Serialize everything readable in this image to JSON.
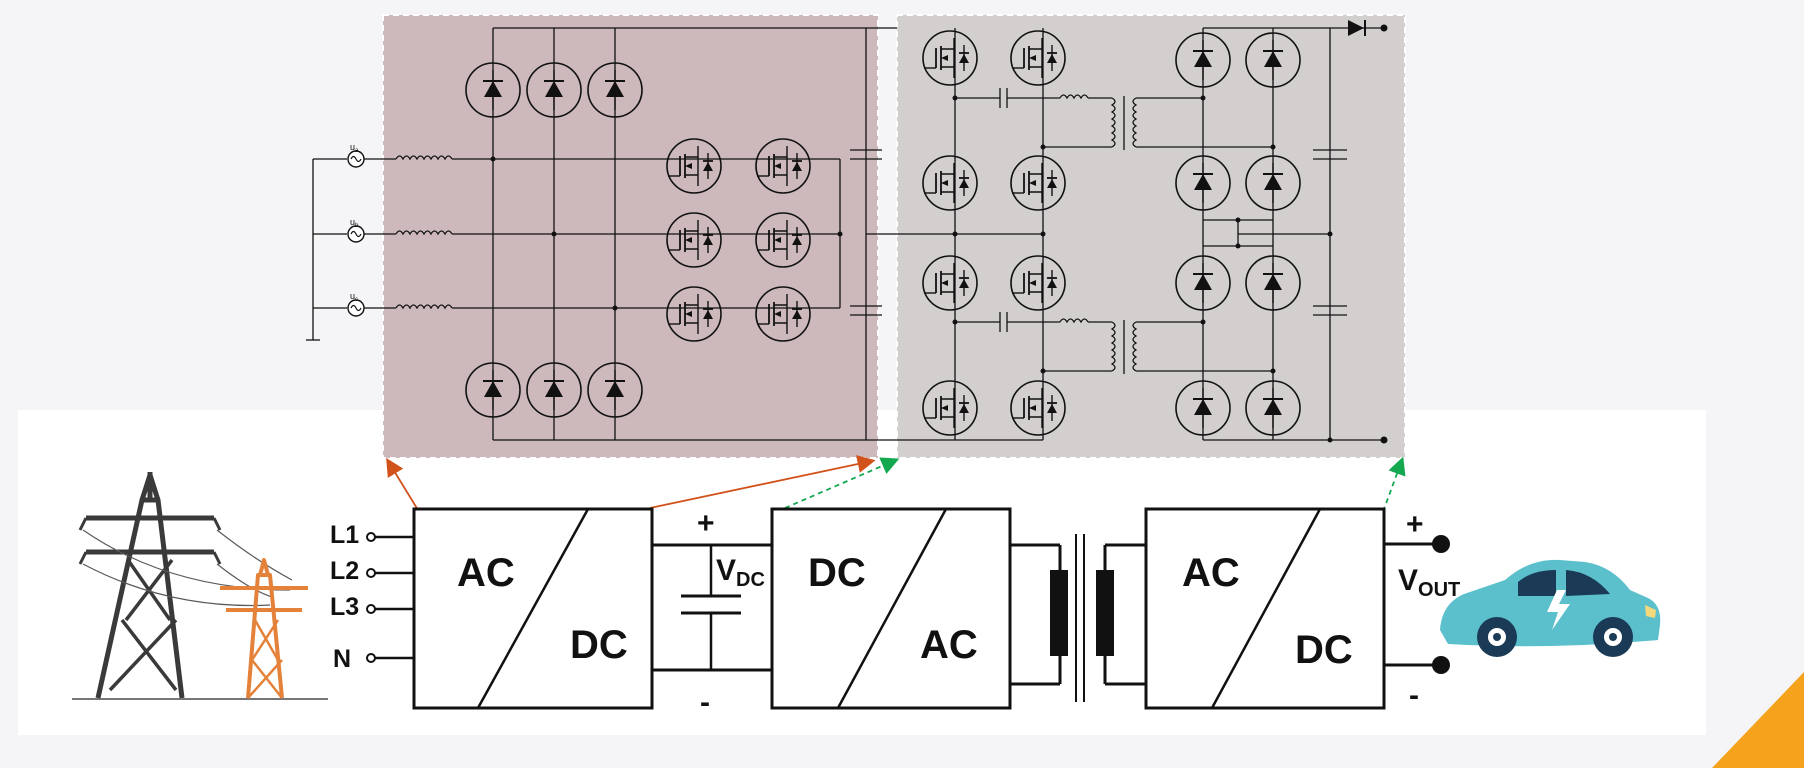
{
  "colors": {
    "background": "#f5f5f7",
    "panel_pfc": "#cdb9bb",
    "panel_dcdc": "#d3cfcf",
    "arrow_orange": "#d2521c",
    "arrow_green": "#14a850",
    "accent_orange": "#f5a21c",
    "tower_dark": "#3a3a3a",
    "tower_orange": "#e5823a",
    "car_teal": "#5bc0cc",
    "car_dark": "#1b3a56"
  },
  "icons": [
    "power-tower-icon",
    "electric-car-icon"
  ],
  "source_labels": {
    "ua": "u",
    "ua_sub": "a",
    "ub": "u",
    "ub_sub": "b",
    "uc": "u",
    "uc_sub": "c"
  },
  "inputs": {
    "l1": "L1",
    "l2": "L2",
    "l3": "L3",
    "n": "N"
  },
  "block1": {
    "top": "AC",
    "bottom": "DC"
  },
  "dc_link": {
    "plus": "+",
    "minus": "-",
    "v": "V",
    "v_sub": "DC"
  },
  "block2": {
    "top": "DC",
    "bottom": "AC"
  },
  "block3": {
    "top": "AC",
    "bottom": "DC"
  },
  "output": {
    "plus": "+",
    "minus": "-",
    "v": "V",
    "v_sub": "OUT"
  }
}
